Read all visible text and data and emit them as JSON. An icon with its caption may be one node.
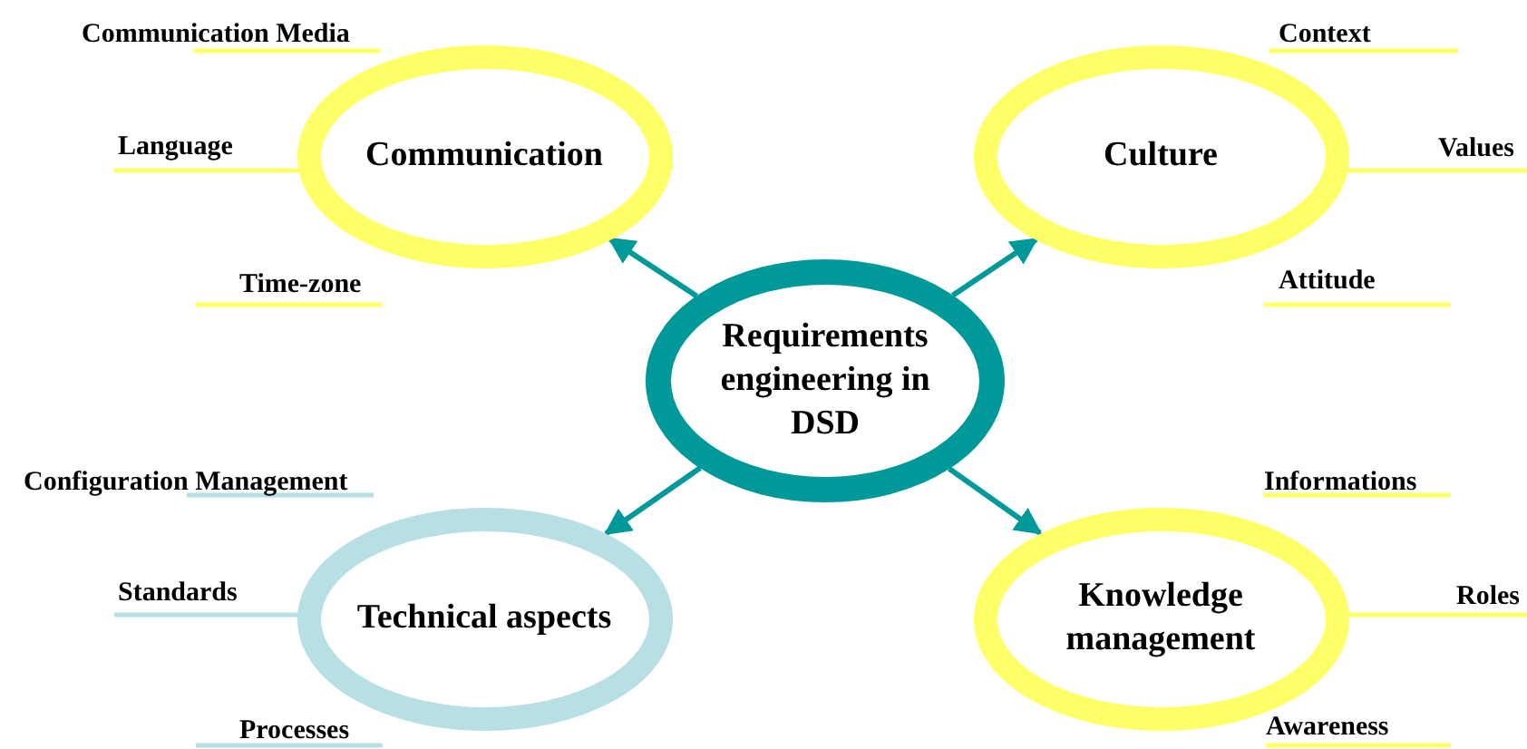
{
  "diagram": {
    "nodes": [
      {
        "text": [
          "Communication"
        ]
      },
      {
        "text": [
          "Culture"
        ]
      },
      {
        "text": [
          "Requirements engineering in DSD"
        ]
      },
      {
        "text": [
          "Technical aspects"
        ]
      },
      {
        "text": [
          "Knowledge management"
        ]
      }
    ],
    "edges": [
      {
        "from": 2,
        "to": 0,
        "arrow": "to"
      },
      {
        "from": 2,
        "to": 1,
        "arrow": "to"
      },
      {
        "from": 2,
        "to": 3,
        "arrow": "to"
      },
      {
        "from": 2,
        "to": 4,
        "arrow": "to"
      }
    ],
    "labels": [
      "Communication Media",
      "Context",
      "Language",
      "Values",
      "Time-zone",
      "Attitude",
      "Configuration Management",
      "Informations",
      "Standards",
      "Roles",
      "Processes",
      "Awareness"
    ]
  }
}
